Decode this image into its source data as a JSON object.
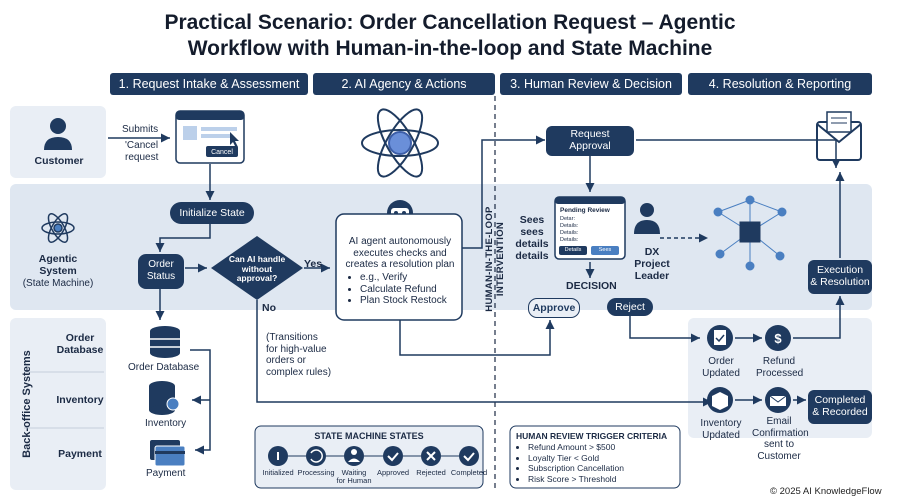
{
  "title": {
    "line1": "Practical Scenario: Order Cancellation Request – Agentic",
    "line2": "Workflow with Human-in-the-loop and State Machine"
  },
  "phases": [
    {
      "label": "1. Request Intake & Assessment"
    },
    {
      "label": "2. AI Agency & Actions"
    },
    {
      "label": "3. Human Review & Decision"
    },
    {
      "label": "4. Resolution & Reporting"
    }
  ],
  "lanes": {
    "customer": "Customer",
    "agentic_1": "Agentic",
    "agentic_2": "System",
    "agentic_3": "(State Machine)",
    "backoffice": "Back-office Systems",
    "order_db": "Order\nDatabase",
    "inventory": "Inventory",
    "payment": "Payment"
  },
  "intake": {
    "submits": "Submits",
    "cancel_request": "'Cancel\nrequest",
    "form_cancel": "Cancel",
    "initialize_state": "Initialize State",
    "order_status": "Order\nStatus",
    "decision": "Can AI handle\nwithout\napproval?",
    "yes": "Yes",
    "no": "No",
    "transitions": "(Transitions\nfor high-value\norders or\ncomplex rules)"
  },
  "backoffice": {
    "order_database": "Order Database",
    "inventory": "Inventory",
    "payment": "Payment"
  },
  "ai": {
    "desc": "AI agent autonomously\nexecutes checks and\ncreates a resolution plan",
    "bullets": [
      "e.g., Verify",
      "Calculate Refund",
      "Plan Stock Restock"
    ]
  },
  "hitl": {
    "vertical": "HUMAN-IN-THE-LOOP INTERVENTION",
    "request_approval": "Request\nApproval",
    "sees": "Sees\nsees\ndetails\ndetails",
    "pending_title": "Pending Review",
    "pending_lines": [
      "Detar:",
      "Details:",
      "Details:",
      "Details:"
    ],
    "pending_btn1": "Details",
    "pending_btn2": "Sees",
    "leader": "DX Project\nLeader",
    "decision": "DECISION",
    "approve": "Approve",
    "reject": "Reject"
  },
  "resolution": {
    "execution": "Execution\n& Resolution",
    "order_updated": "Order\nUpdated",
    "refund_processed": "Refund\nProcessed",
    "inventory_updated": "Inventory\nUpdated",
    "email": "Email\nConfirmation\nsent to\nCustomer",
    "completed": "Completed\n& Recorded"
  },
  "states": {
    "title": "STATE MACHINE STATES",
    "items": [
      "Initialized",
      "Processing",
      "Waiting\nfor Human",
      "Approved",
      "Rejected",
      "Completed"
    ]
  },
  "criteria": {
    "title": "HUMAN REVIEW TRIGGER CRITERIA",
    "items": [
      "Refund Amount > $500",
      "Loyalty Tier < Gold",
      "Subscription Cancellation",
      "Risk Score > Threshold"
    ]
  },
  "footer": "© 2025 AI KnowledgeFlow",
  "colors": {
    "navy": "#1f3a5f",
    "lane": "#e9eef5",
    "accent": "#4a7fc1"
  }
}
